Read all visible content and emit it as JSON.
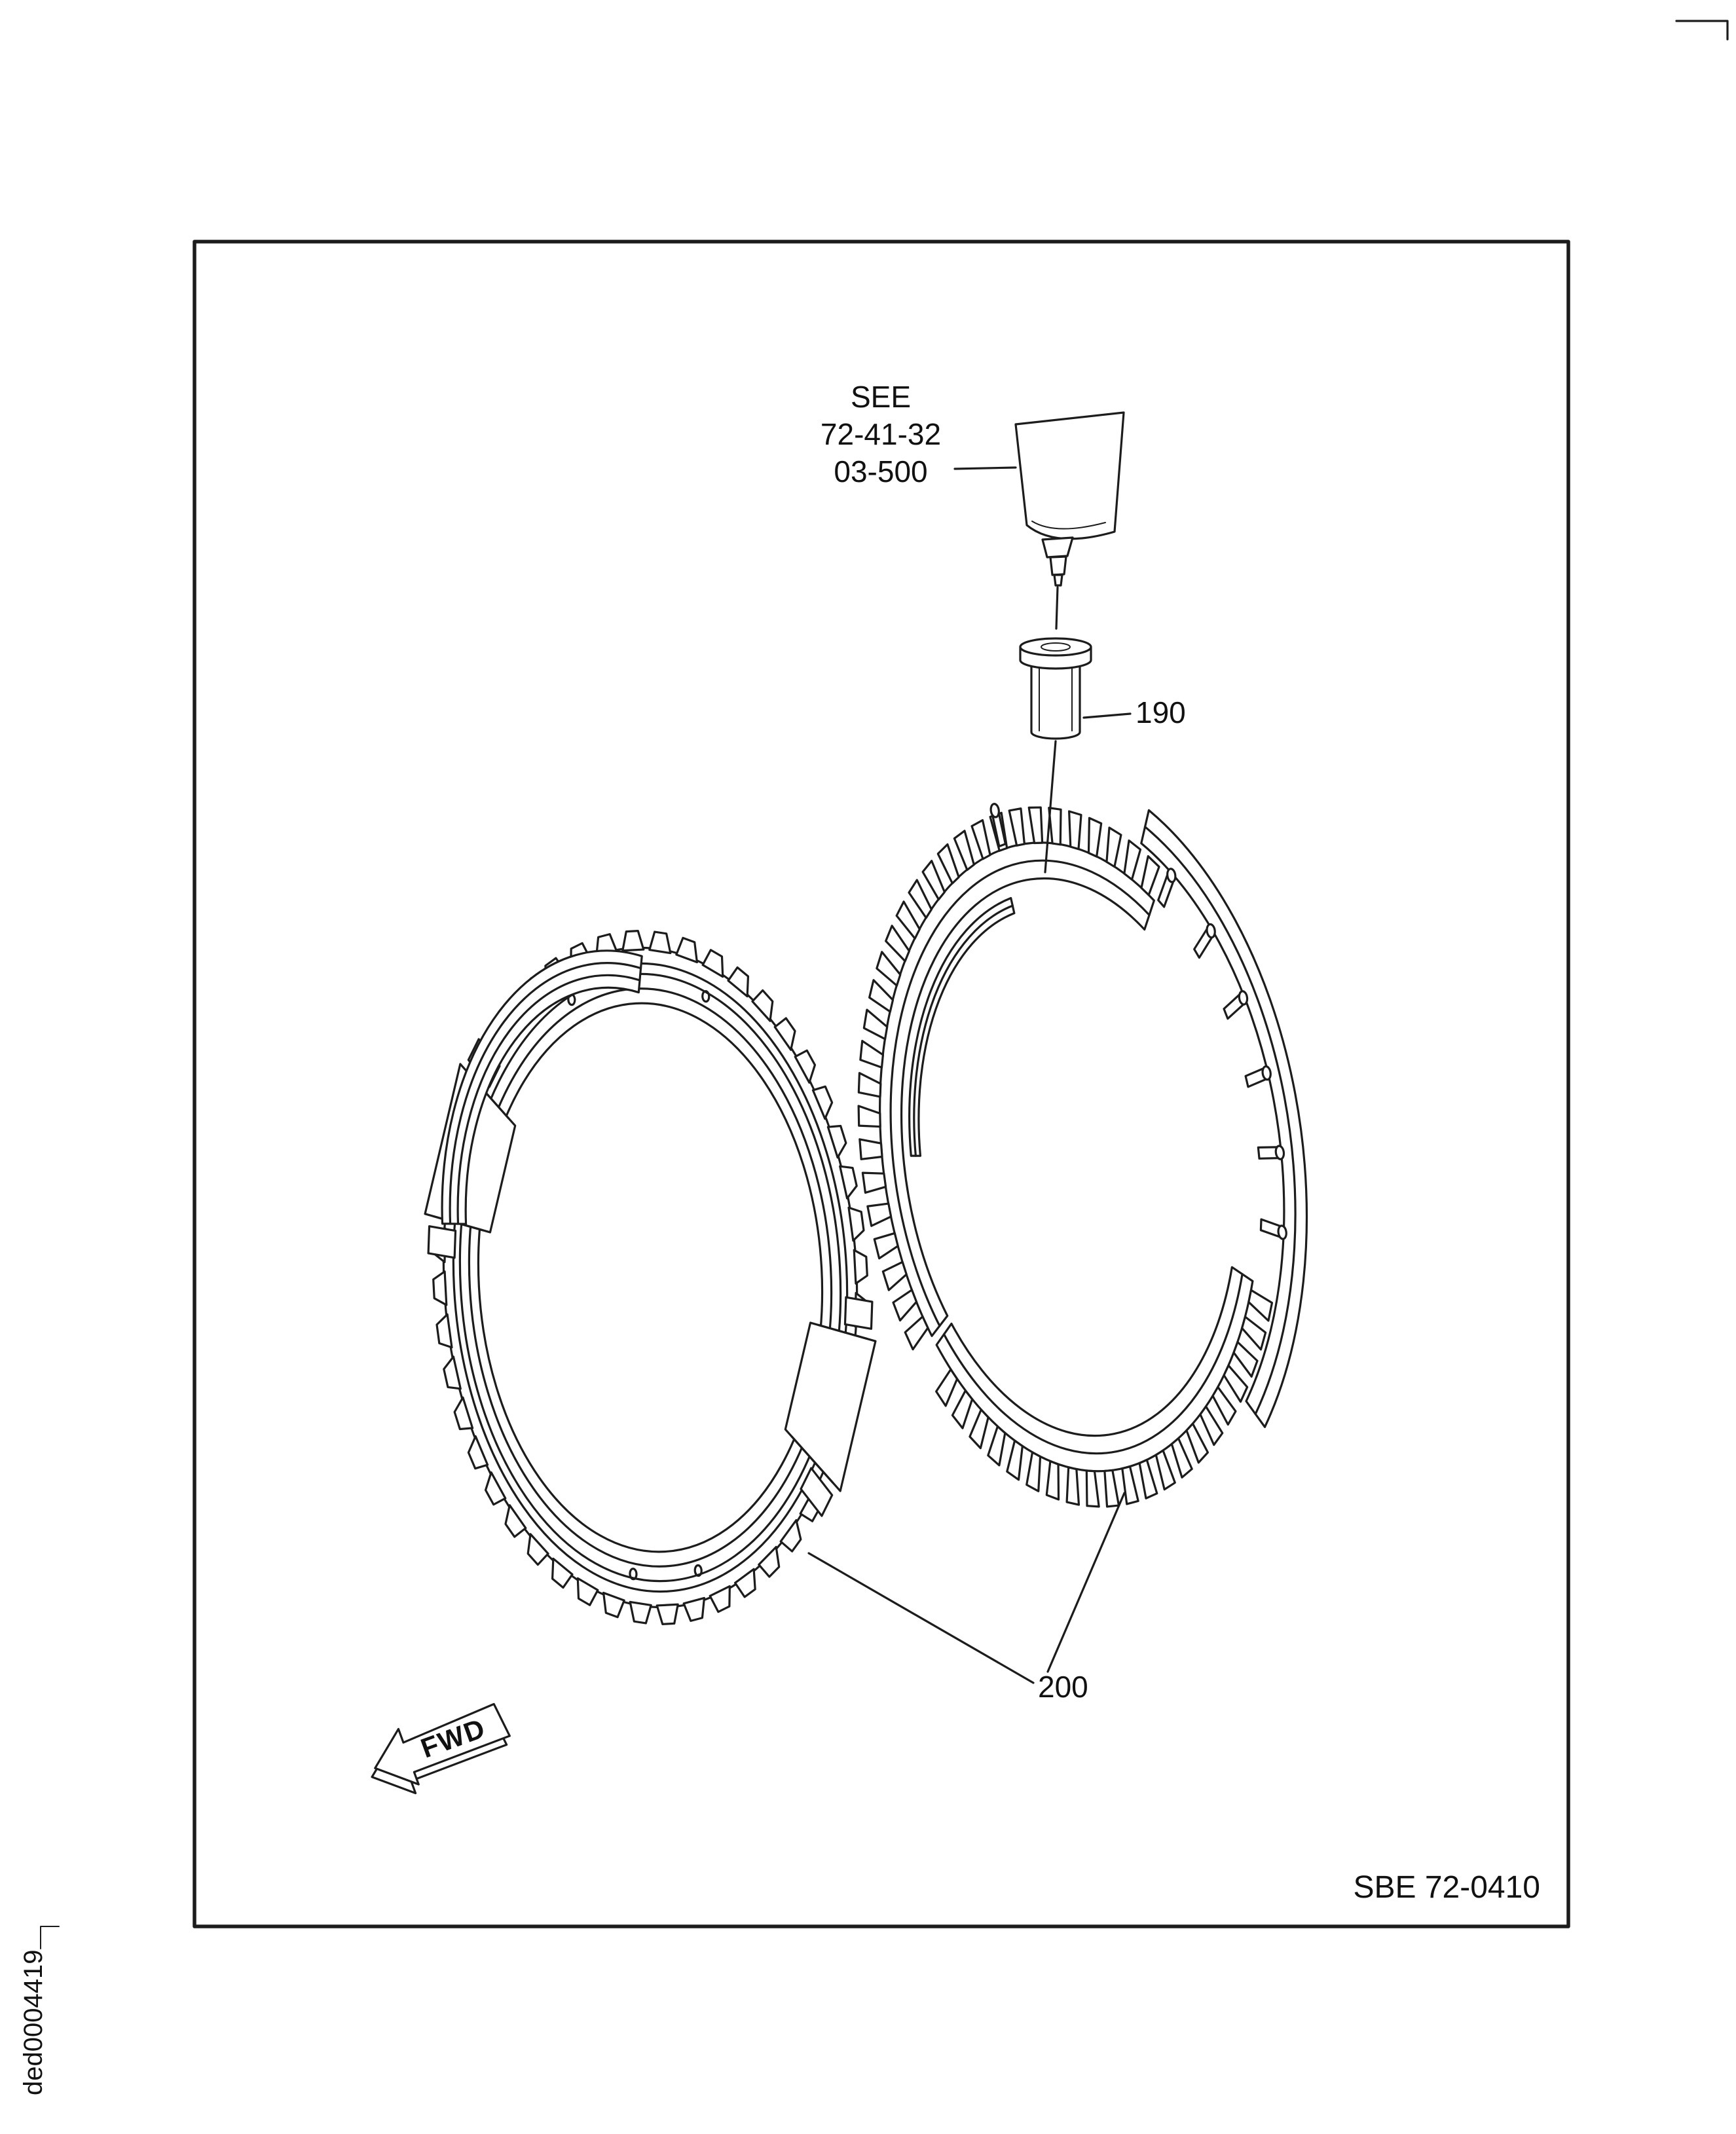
{
  "figure": {
    "see_note": [
      "SEE",
      "72-41-32",
      "03-500"
    ],
    "callout_grommet": "190",
    "callout_rings": "200",
    "figure_code": "SBE 72-0410",
    "fwd_label": "FWD",
    "doc_id": "ded0004419"
  },
  "colors": {
    "ink": "#1c1c1c",
    "paper": "#ffffff"
  }
}
